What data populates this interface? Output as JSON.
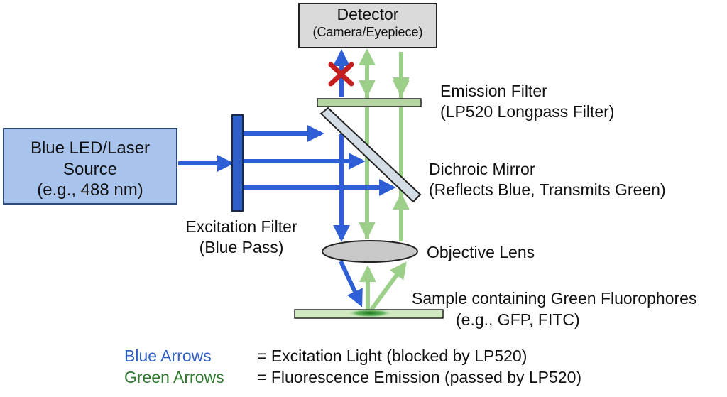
{
  "detector": {
    "title": "Detector",
    "subtitle": "(Camera/Eyepiece)"
  },
  "source": {
    "line1": "Blue LED/Laser",
    "line2": "Source",
    "line3": "(e.g., 488 nm)"
  },
  "emission_filter": {
    "label": "Emission Filter",
    "sublabel": "(LP520 Longpass Filter)"
  },
  "dichroic_mirror": {
    "label": "Dichroic Mirror",
    "sublabel": "(Reflects Blue, Transmits Green)"
  },
  "excitation_filter": {
    "label": "Excitation Filter",
    "sublabel": "(Blue Pass)"
  },
  "objective_lens": {
    "label": "Objective Lens"
  },
  "sample": {
    "label": "Sample containing Green Fluorophores",
    "sublabel": "(e.g., GFP, FITC)"
  },
  "legend": {
    "blue": {
      "name": "Blue Arrows",
      "desc": "= Excitation Light (blocked by LP520)"
    },
    "green": {
      "name": "Green Arrows",
      "desc": "= Fluorescence Emission (passed by LP520)"
    }
  },
  "colors": {
    "blue_arrow": "#2f5fd6",
    "green_arrow": "#9ccf8a",
    "source_fill": "#a9c4ec",
    "source_border": "#2c4a7a",
    "detector_fill": "#dadada",
    "lens_fill": "#c8c8c8",
    "mirror_fill": "#d2dde6",
    "emission_filter_fill": "#b5d6a3",
    "sample_fill": "#cfe8c0",
    "sample_spot": "#2b8a2b",
    "blocked_x": "#c41e1e",
    "legend_blue": "#2f5fc8",
    "legend_green": "#2f7a2f"
  }
}
